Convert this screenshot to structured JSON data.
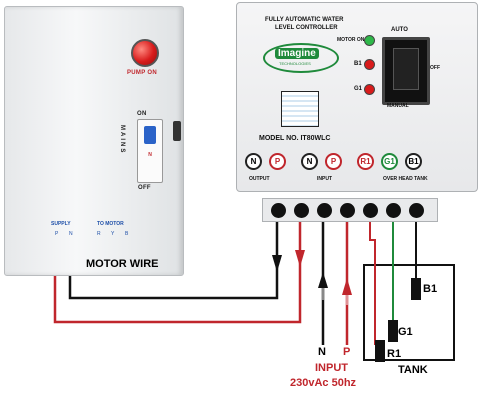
{
  "starter": {
    "pump_label": "PUMP ON",
    "mains_label": "MAINS",
    "on_label": "ON",
    "off_label": "OFF",
    "breaker_text": "N",
    "supply_label": "SUPPLY",
    "to_motor_label": "TO MOTOR",
    "supply_terminals": [
      "P",
      "N"
    ],
    "motor_terminals": [
      "R",
      "Y",
      "B"
    ]
  },
  "controller": {
    "title_line1": "FULLY AUTOMATIC WATER",
    "title_line2": "LEVEL CONTROLLER",
    "brand": "Imagine",
    "brand_sub": "TECHNOLOGIES",
    "motor_on": "MOTOR ON",
    "b1": "B1",
    "g1": "G1",
    "auto": "AUTO",
    "off": "OFF",
    "manual": "MANUAL",
    "model": "MODEL NO. IT80WLC",
    "terminals": [
      "N",
      "P",
      "N",
      "P",
      "R1",
      "G1",
      "B1"
    ],
    "output_label": "OUTPUT",
    "input_label": "INPUT",
    "overhead_label": "OVER HEAD TANK"
  },
  "diagram": {
    "motor_wire": "MOTOR WIRE",
    "input_n": "N",
    "input_p": "P",
    "input_label": "INPUT",
    "input_spec": "230vAc 50hz",
    "tank_label": "TANK",
    "probe_b1": "B1",
    "probe_g1": "G1",
    "probe_r1": "R1"
  },
  "colors": {
    "red": "#c0262c",
    "green": "#1f8a3b",
    "black": "#111111"
  }
}
